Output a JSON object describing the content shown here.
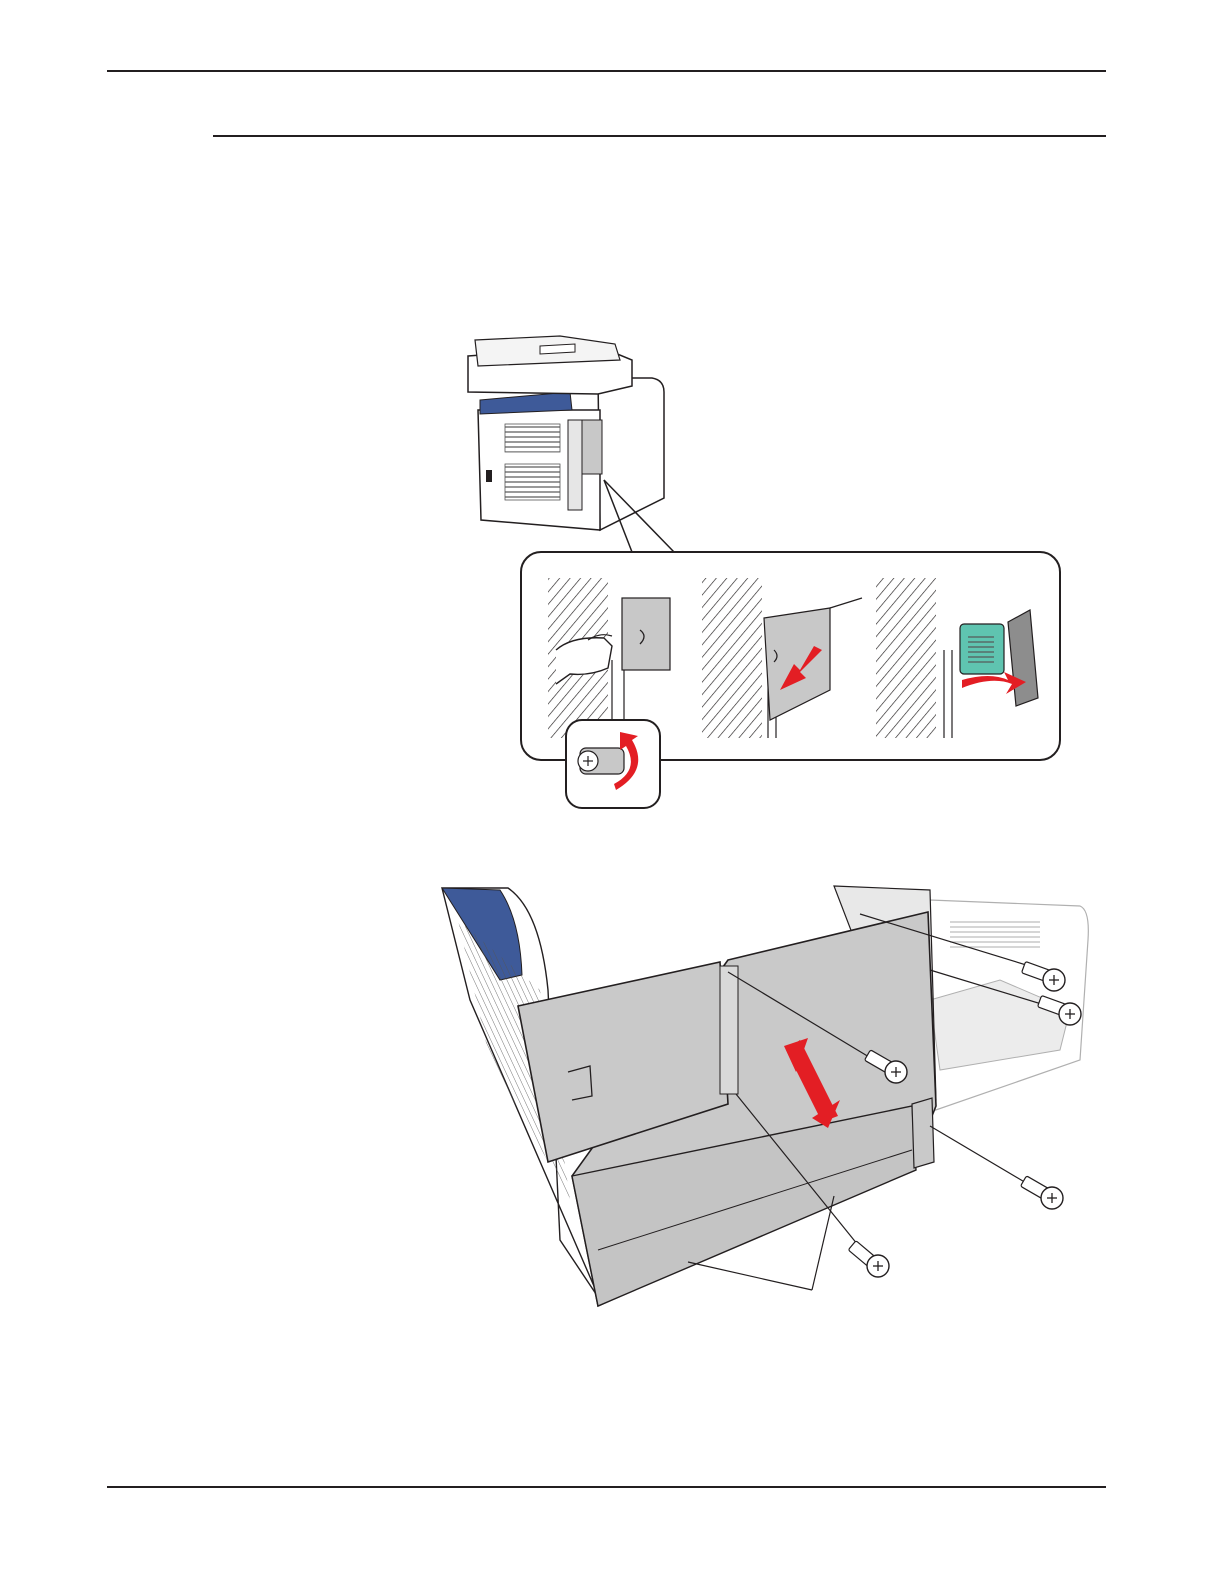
{
  "page": {
    "background": "#ffffff",
    "rule_color": "#231f20"
  },
  "figure_1": {
    "subject": "printer-rear-view",
    "detail_panels": [
      "loosen-thumbscrew",
      "swing-cover-open",
      "remove-cover"
    ],
    "colors": {
      "accent_red": "#e31e24",
      "board_green": "#5fc4b0",
      "scanner_blue": "#3e5a99",
      "panel_gray": "#c8c8c8"
    }
  },
  "figure_2": {
    "subject": "right-side-cover-screws",
    "screw_count": 5,
    "colors": {
      "accent_red": "#e31e24",
      "cover_gray": "#c9c9c9",
      "scanner_blue": "#3e5a99"
    }
  }
}
